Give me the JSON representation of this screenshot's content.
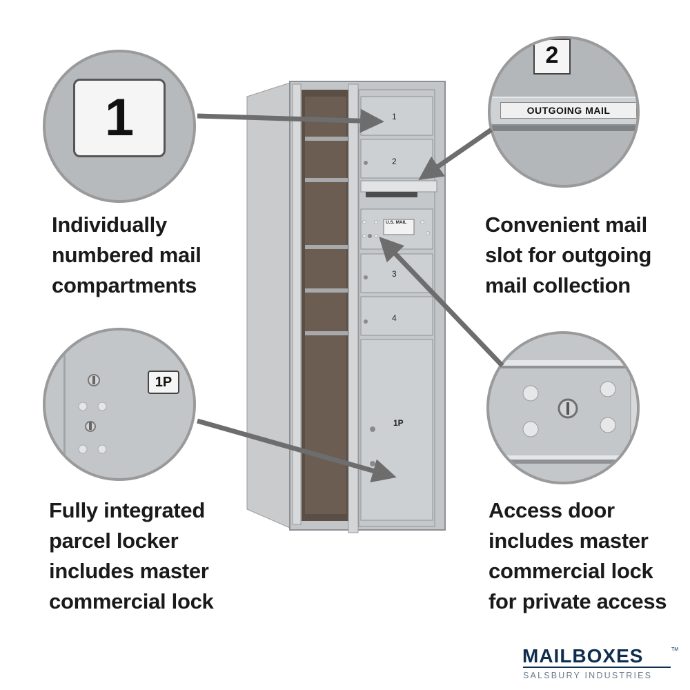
{
  "captions": {
    "top_left": [
      "Individually",
      "numbered mail",
      "compartments"
    ],
    "top_right": [
      "Convenient mail",
      "slot for outgoing",
      "mail collection"
    ],
    "bottom_left": [
      "Fully integrated",
      "parcel locker",
      "includes master",
      "commercial lock"
    ],
    "bottom_right": [
      "Access door",
      "includes master",
      "commercial lock",
      "for private access"
    ]
  },
  "callouts": {
    "number_tag": "1",
    "slot_number": "2",
    "slot_label": "OUTGOING MAIL",
    "parcel_tag": "1P"
  },
  "mailbox": {
    "doors": [
      "1",
      "2",
      "3",
      "4"
    ],
    "parcel": "1P",
    "usmail_label": "U.S. MAIL"
  },
  "logo": {
    "name": "MAILBOXES",
    "tagline": "SALSBURY INDUSTRIES",
    "tm": "TM"
  },
  "colors": {
    "metal": "#b9bcbf",
    "arrow": "#6d6d6d",
    "logo": "#0f2d4e"
  }
}
